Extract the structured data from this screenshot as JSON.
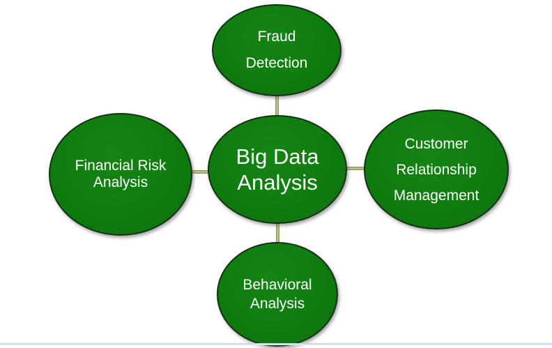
{
  "diagram": {
    "type": "radial-hub-and-spoke",
    "center_node": {
      "label": "Big Data Analysis",
      "lines": [
        "Big Data",
        "Analysis"
      ]
    },
    "satellite_nodes": [
      {
        "position": "top",
        "label": "Fraud Detection",
        "lines": [
          "Fraud",
          "Detection"
        ]
      },
      {
        "position": "right",
        "label": "Customer Relationship Management",
        "lines": [
          "Customer",
          "Relationship",
          "Management"
        ]
      },
      {
        "position": "bottom",
        "label": "Behavioral Analysis",
        "lines": [
          "Behavioral",
          "Analysis"
        ]
      },
      {
        "position": "left",
        "label": "Financial Risk Analysis",
        "lines": [
          "Financial Risk",
          "Analysis"
        ]
      }
    ],
    "connector_count": 4,
    "colors": {
      "node_fill": "#0f7c0f",
      "node_border": "#143014",
      "node_text": "#ffffff",
      "connector": "#8f9c55",
      "background": "#ffffff",
      "bottom_edge_line": "#c6dce2"
    }
  }
}
